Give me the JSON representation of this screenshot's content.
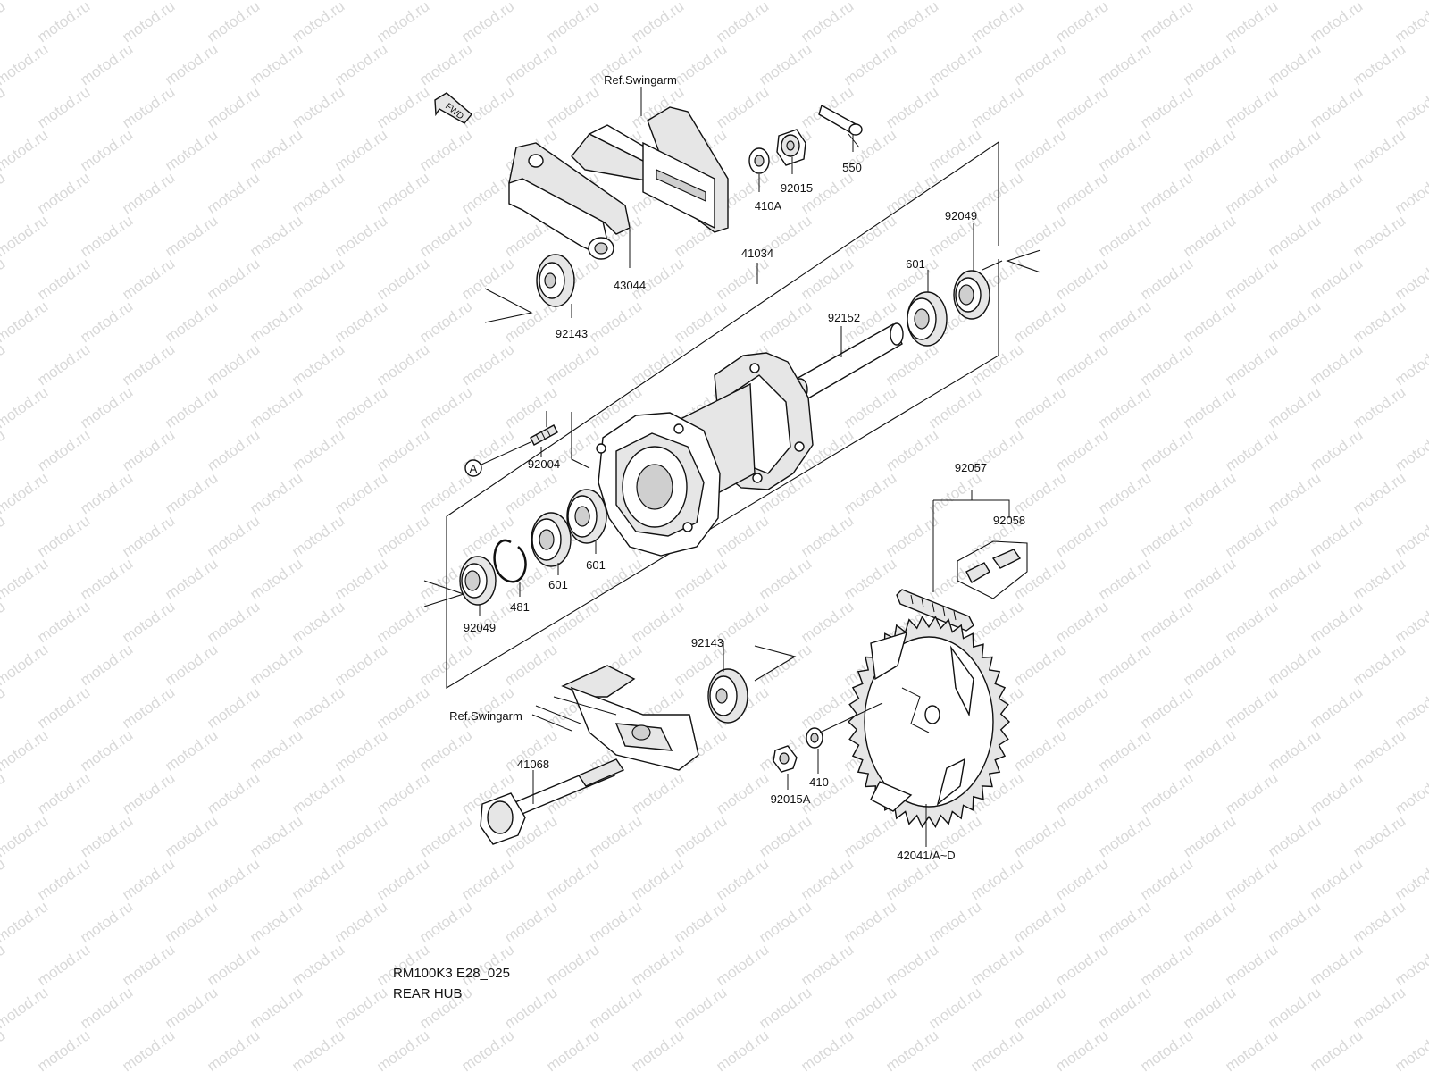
{
  "watermark": "motod.ru",
  "fwd_label": "FWD",
  "circle_marker": "A",
  "refs": {
    "top": "Ref.Swingarm",
    "bottom": "Ref.Swingarm"
  },
  "parts": {
    "p410A": "410A",
    "p92015": "92015",
    "p550": "550",
    "p43044": "43044",
    "p41034": "41034",
    "p92143_top": "92143",
    "p92049_top": "92049",
    "p601_top": "601",
    "p92152": "92152",
    "p92004": "92004",
    "p92049_bot": "92049",
    "p481": "481",
    "p601_a": "601",
    "p601_b": "601",
    "p92057": "92057",
    "p92058": "92058",
    "p92143_bot": "92143",
    "p41068": "41068",
    "p92015A": "92015A",
    "p410": "410",
    "p42041": "42041/A~D"
  },
  "caption": {
    "model": "RM100K3 E28_025",
    "title": "REAR HUB"
  }
}
